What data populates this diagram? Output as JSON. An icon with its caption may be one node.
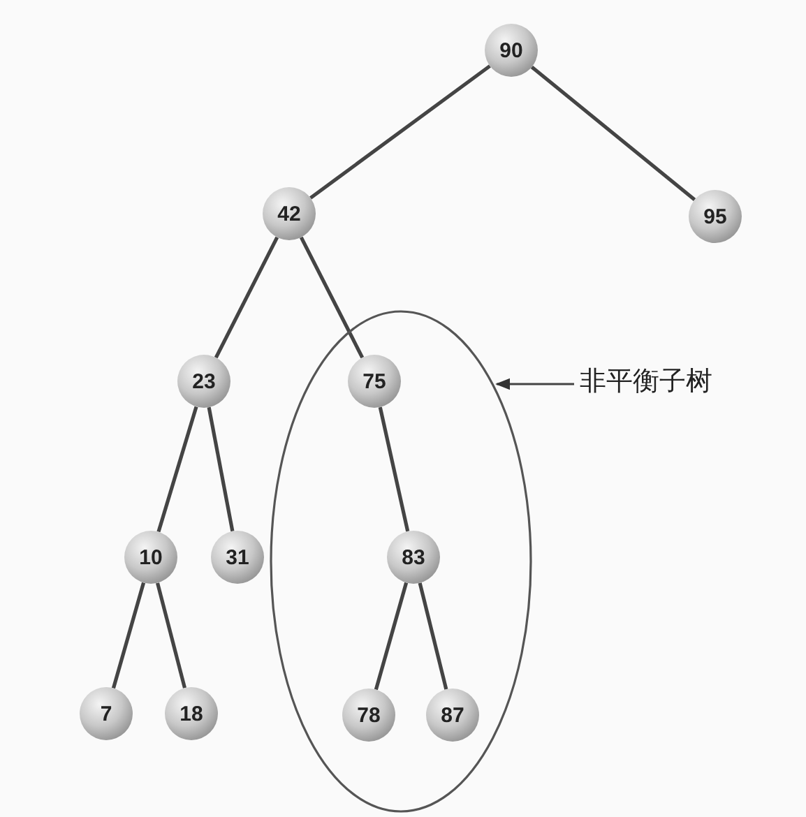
{
  "diagram": {
    "nodes": [
      {
        "text": [
          "90"
        ]
      },
      {
        "text": [
          "42"
        ]
      },
      {
        "text": [
          "95"
        ]
      },
      {
        "text": [
          "23"
        ]
      },
      {
        "text": [],
        "shape": "ellipse"
      },
      {
        "text": [
          "75"
        ],
        "in": 4
      },
      {
        "text": [
          "非平衡子树"
        ]
      },
      {
        "text": [
          "10"
        ]
      },
      {
        "text": [
          "31"
        ]
      },
      {
        "text": [
          "83"
        ],
        "in": 4
      },
      {
        "text": [
          "7"
        ]
      },
      {
        "text": [
          "18"
        ]
      },
      {
        "text": [
          "78"
        ],
        "in": 4
      },
      {
        "text": [
          "87"
        ],
        "in": 4
      }
    ],
    "edges": [
      {
        "from": 0,
        "to": 1,
        "arrow": "none"
      },
      {
        "from": 0,
        "to": 2,
        "arrow": "none"
      },
      {
        "from": 1,
        "to": 3,
        "arrow": "none"
      },
      {
        "from": 1,
        "to": 5,
        "arrow": "none"
      },
      {
        "from": 6,
        "to": 4,
        "arrow": "to"
      },
      {
        "from": 3,
        "to": 7,
        "arrow": "none"
      },
      {
        "from": 3,
        "to": 8,
        "arrow": "none"
      },
      {
        "from": 5,
        "to": 9,
        "arrow": "none"
      },
      {
        "from": 7,
        "to": 10,
        "arrow": "none"
      },
      {
        "from": 7,
        "to": 11,
        "arrow": "none"
      },
      {
        "from": 9,
        "to": 12,
        "arrow": "none"
      },
      {
        "from": 9,
        "to": 13,
        "arrow": "none"
      }
    ]
  }
}
